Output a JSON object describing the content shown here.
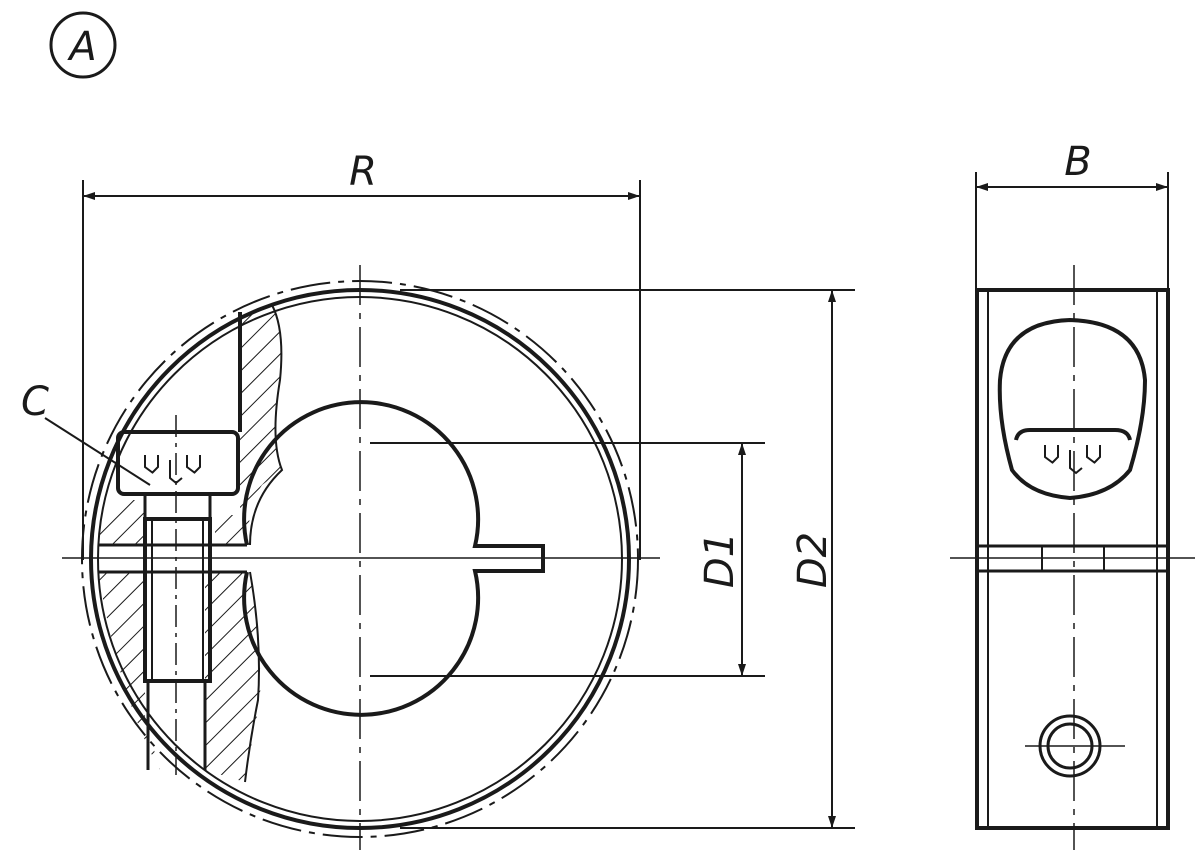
{
  "view_marker": "A",
  "dimensions": {
    "width_r": "R",
    "width_b": "B",
    "bore_d1": "D1",
    "outer_d2": "D2",
    "screw_c": "C"
  },
  "colors": {
    "line": "#1a1a1a",
    "background": "#ffffff"
  }
}
